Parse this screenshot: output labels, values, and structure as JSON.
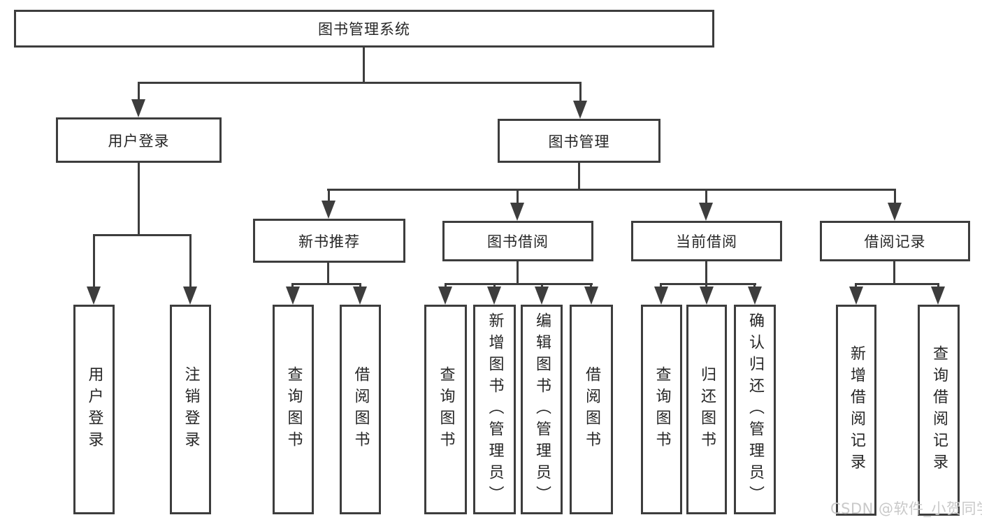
{
  "diagram": {
    "title": "图书管理系统",
    "nodes": {
      "root": "图书管理系统",
      "user_login": "用户登录",
      "book_mgmt": "图书管理",
      "new_books": "新书推荐",
      "book_borrow": "图书借阅",
      "current_borrow": "当前借阅",
      "borrow_records": "借阅记录",
      "leaves_user_login": [
        "用户登录",
        "注销登录"
      ],
      "leaves_new_books": [
        "查询图书",
        "借阅图书"
      ],
      "leaves_book_borrow": [
        "查询图书",
        "新增图书（管理员）",
        "编辑图书（管理员）",
        "借阅图书"
      ],
      "leaves_current_borrow": [
        "查询图书",
        "归还图书",
        "确认归还（管理员）"
      ],
      "leaves_borrow_records": [
        "新增借阅记录",
        "查询借阅记录"
      ]
    },
    "colors": {
      "line": "#3d3d3d",
      "text": "#262626",
      "background": "#ffffff",
      "watermark": "#c9c9c9"
    }
  },
  "watermark": "CSDN @软件_小贺同学"
}
